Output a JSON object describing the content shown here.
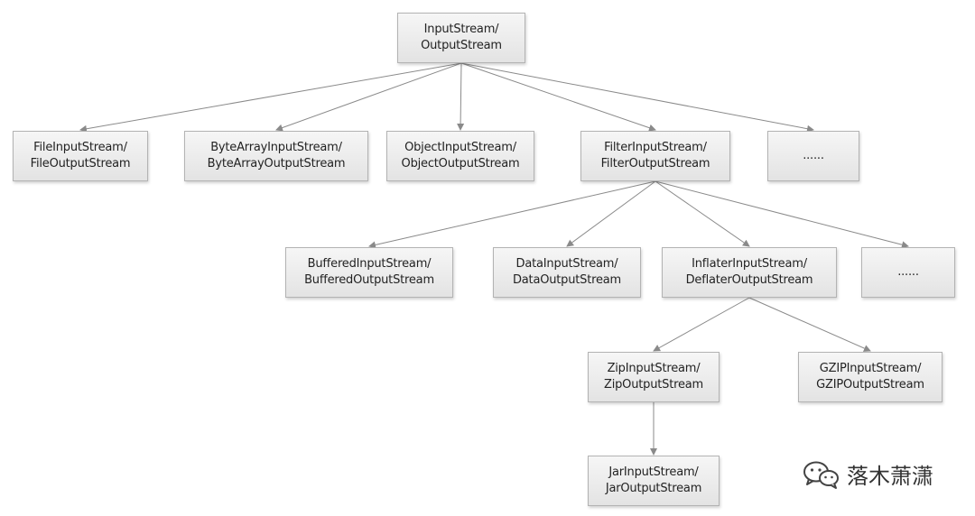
{
  "nodes": {
    "root": {
      "line1": "InputStream/",
      "line2": "OutputStream"
    },
    "file": {
      "line1": "FileInputStream/",
      "line2": "FileOutputStream"
    },
    "bytearray": {
      "line1": "ByteArrayInputStream/",
      "line2": "ByteArrayOutputStream"
    },
    "object": {
      "line1": "ObjectInputStream/",
      "line2": "ObjectOutputStream"
    },
    "filter": {
      "line1": "FilterInputStream/",
      "line2": "FilterOutputStream"
    },
    "more1": {
      "line1": "......"
    },
    "buffered": {
      "line1": "BufferedInputStream/",
      "line2": "BufferedOutputStream"
    },
    "data": {
      "line1": "DataInputStream/",
      "line2": "DataOutputStream"
    },
    "inflater": {
      "line1": "InflaterInputStream/",
      "line2": "DeflaterOutputStream"
    },
    "more2": {
      "line1": "......"
    },
    "zip": {
      "line1": "ZipInputStream/",
      "line2": "ZipOutputStream"
    },
    "gzip": {
      "line1": "GZIPInputStream/",
      "line2": "GZIPOutputStream"
    },
    "jar": {
      "line1": "JarInputStream/",
      "line2": "JarOutputStream"
    }
  },
  "edges": [
    [
      "root",
      "file"
    ],
    [
      "root",
      "bytearray"
    ],
    [
      "root",
      "object"
    ],
    [
      "root",
      "filter"
    ],
    [
      "root",
      "more1"
    ],
    [
      "filter",
      "buffered"
    ],
    [
      "filter",
      "data"
    ],
    [
      "filter",
      "inflater"
    ],
    [
      "filter",
      "more2"
    ],
    [
      "inflater",
      "zip"
    ],
    [
      "inflater",
      "gzip"
    ],
    [
      "zip",
      "jar"
    ]
  ],
  "watermark": {
    "text": "落木萧潇",
    "icon": "wechat-icon"
  }
}
